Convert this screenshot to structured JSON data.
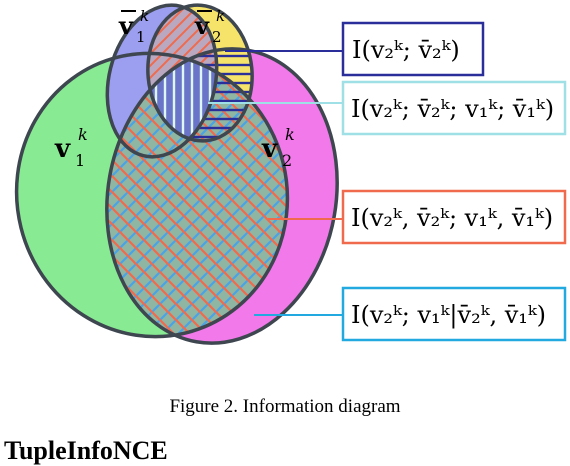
{
  "diagram": {
    "regions": {
      "v1": {
        "base": "v",
        "sub": "1",
        "sup": "k",
        "bar": false,
        "fill": "#6ee07f"
      },
      "v2": {
        "base": "v",
        "sub": "2",
        "sup": "k",
        "bar": false,
        "fill": "#f06ae8"
      },
      "vbar1": {
        "base": "v",
        "sub": "1",
        "sup": "k",
        "bar": true,
        "fill": "#8a8df0"
      },
      "vbar2": {
        "base": "v",
        "sub": "2",
        "sup": "k",
        "bar": true,
        "fill": "#f6e46a"
      }
    },
    "callouts": [
      {
        "id": "mi-vv2-vbar2",
        "text": "I(v₂ᵏ; v̄₂ᵏ)",
        "color": "#2a2e9a"
      },
      {
        "id": "mi-four-way",
        "text": "I(v₂ᵏ; v̄₂ᵏ; v₁ᵏ; v̄₁ᵏ)",
        "color": "#9fe0e6"
      },
      {
        "id": "mi-pair-pair",
        "text": "I(v₂ᵏ, v̄₂ᵏ; v₁ᵏ, v̄₁ᵏ)",
        "color": "#f06a4e"
      },
      {
        "id": "mi-conditional",
        "text": "I(v₂ᵏ; v₁ᵏ|v̄₂ᵏ, v̄₁ᵏ)",
        "color": "#22a9e0"
      }
    ]
  },
  "caption": "Figure 2. Information diagram",
  "section_heading": "TupleInfoNCE"
}
